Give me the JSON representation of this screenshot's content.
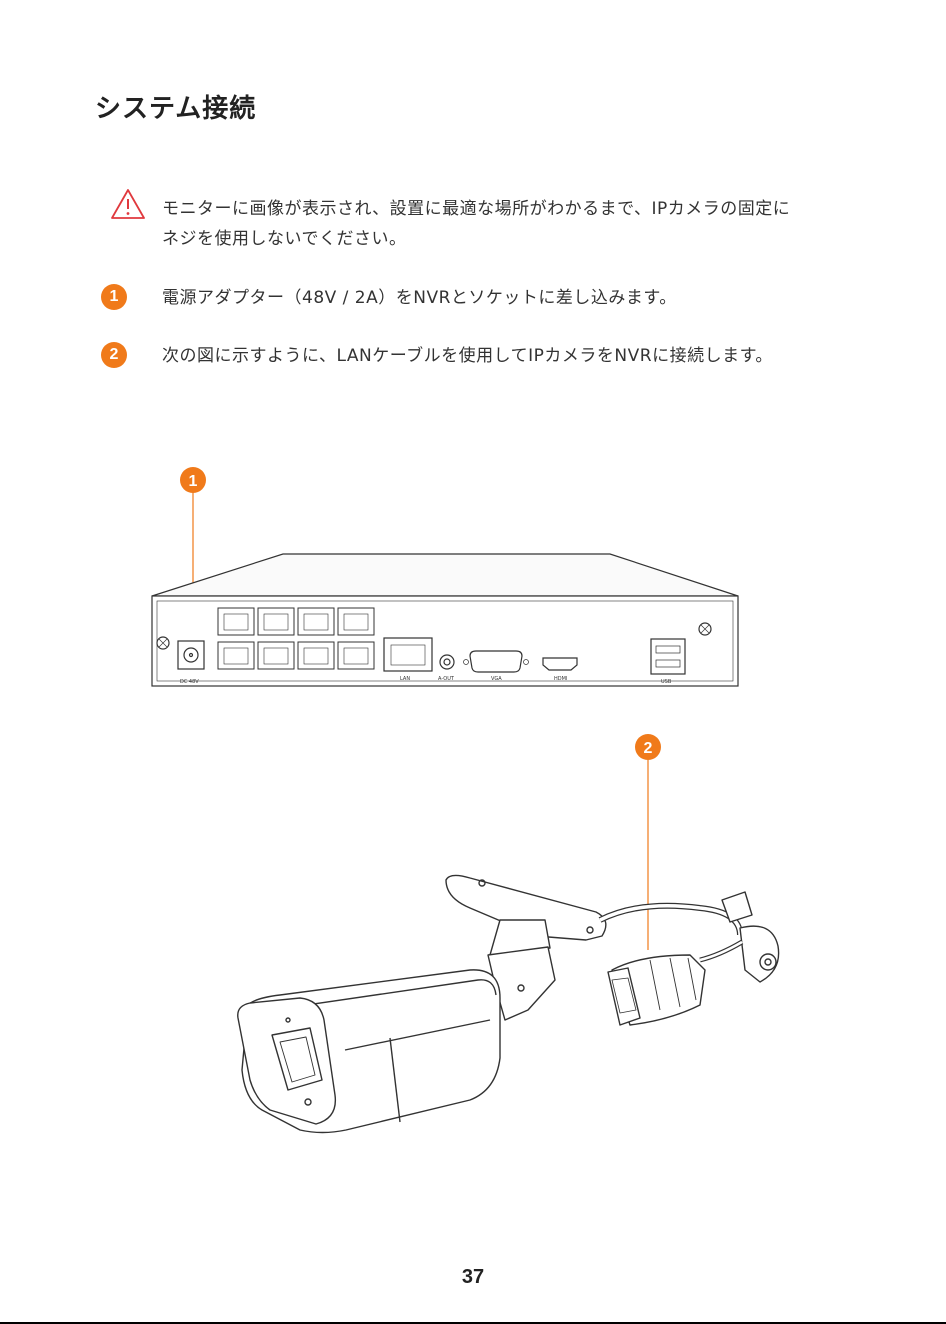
{
  "title": "システム接続",
  "warning": {
    "line1": "モニターに画像が表示され、設置に最適な場所がわかるまで、IPカメラの固定に",
    "line2": "ネジを使用しないでください。"
  },
  "steps": [
    {
      "number": "1",
      "text": "電源アダプター（48V / 2A）をNVRとソケットに差し込みます。"
    },
    {
      "number": "2",
      "text": "次の図に示すように、LANケーブルを使用してIPカメラをNVRに接続します。"
    }
  ],
  "diagram": {
    "callout1": "1",
    "callout2": "2",
    "port_labels": {
      "dc": "DC 48V",
      "lan": "LAN",
      "aout": "A-OUT",
      "vga": "VGA",
      "hdmi": "HDMI",
      "usb": "USB"
    }
  },
  "page_number": "37",
  "colors": {
    "accent": "#f07a1a"
  }
}
